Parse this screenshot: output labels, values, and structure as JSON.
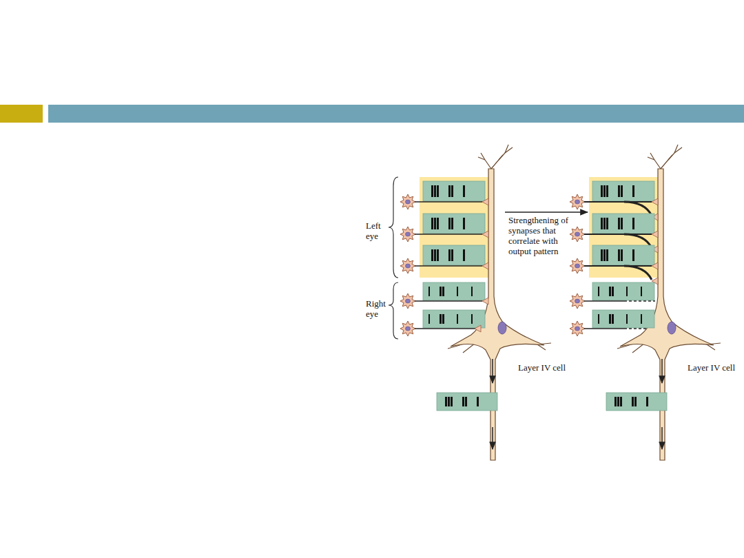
{
  "diagram": {
    "labels": [
      "Left eye",
      "Right eye",
      "Strengthening of synapses that correlate with output pattern",
      "Layer IV cell",
      "Layer IV cell"
    ]
  }
}
